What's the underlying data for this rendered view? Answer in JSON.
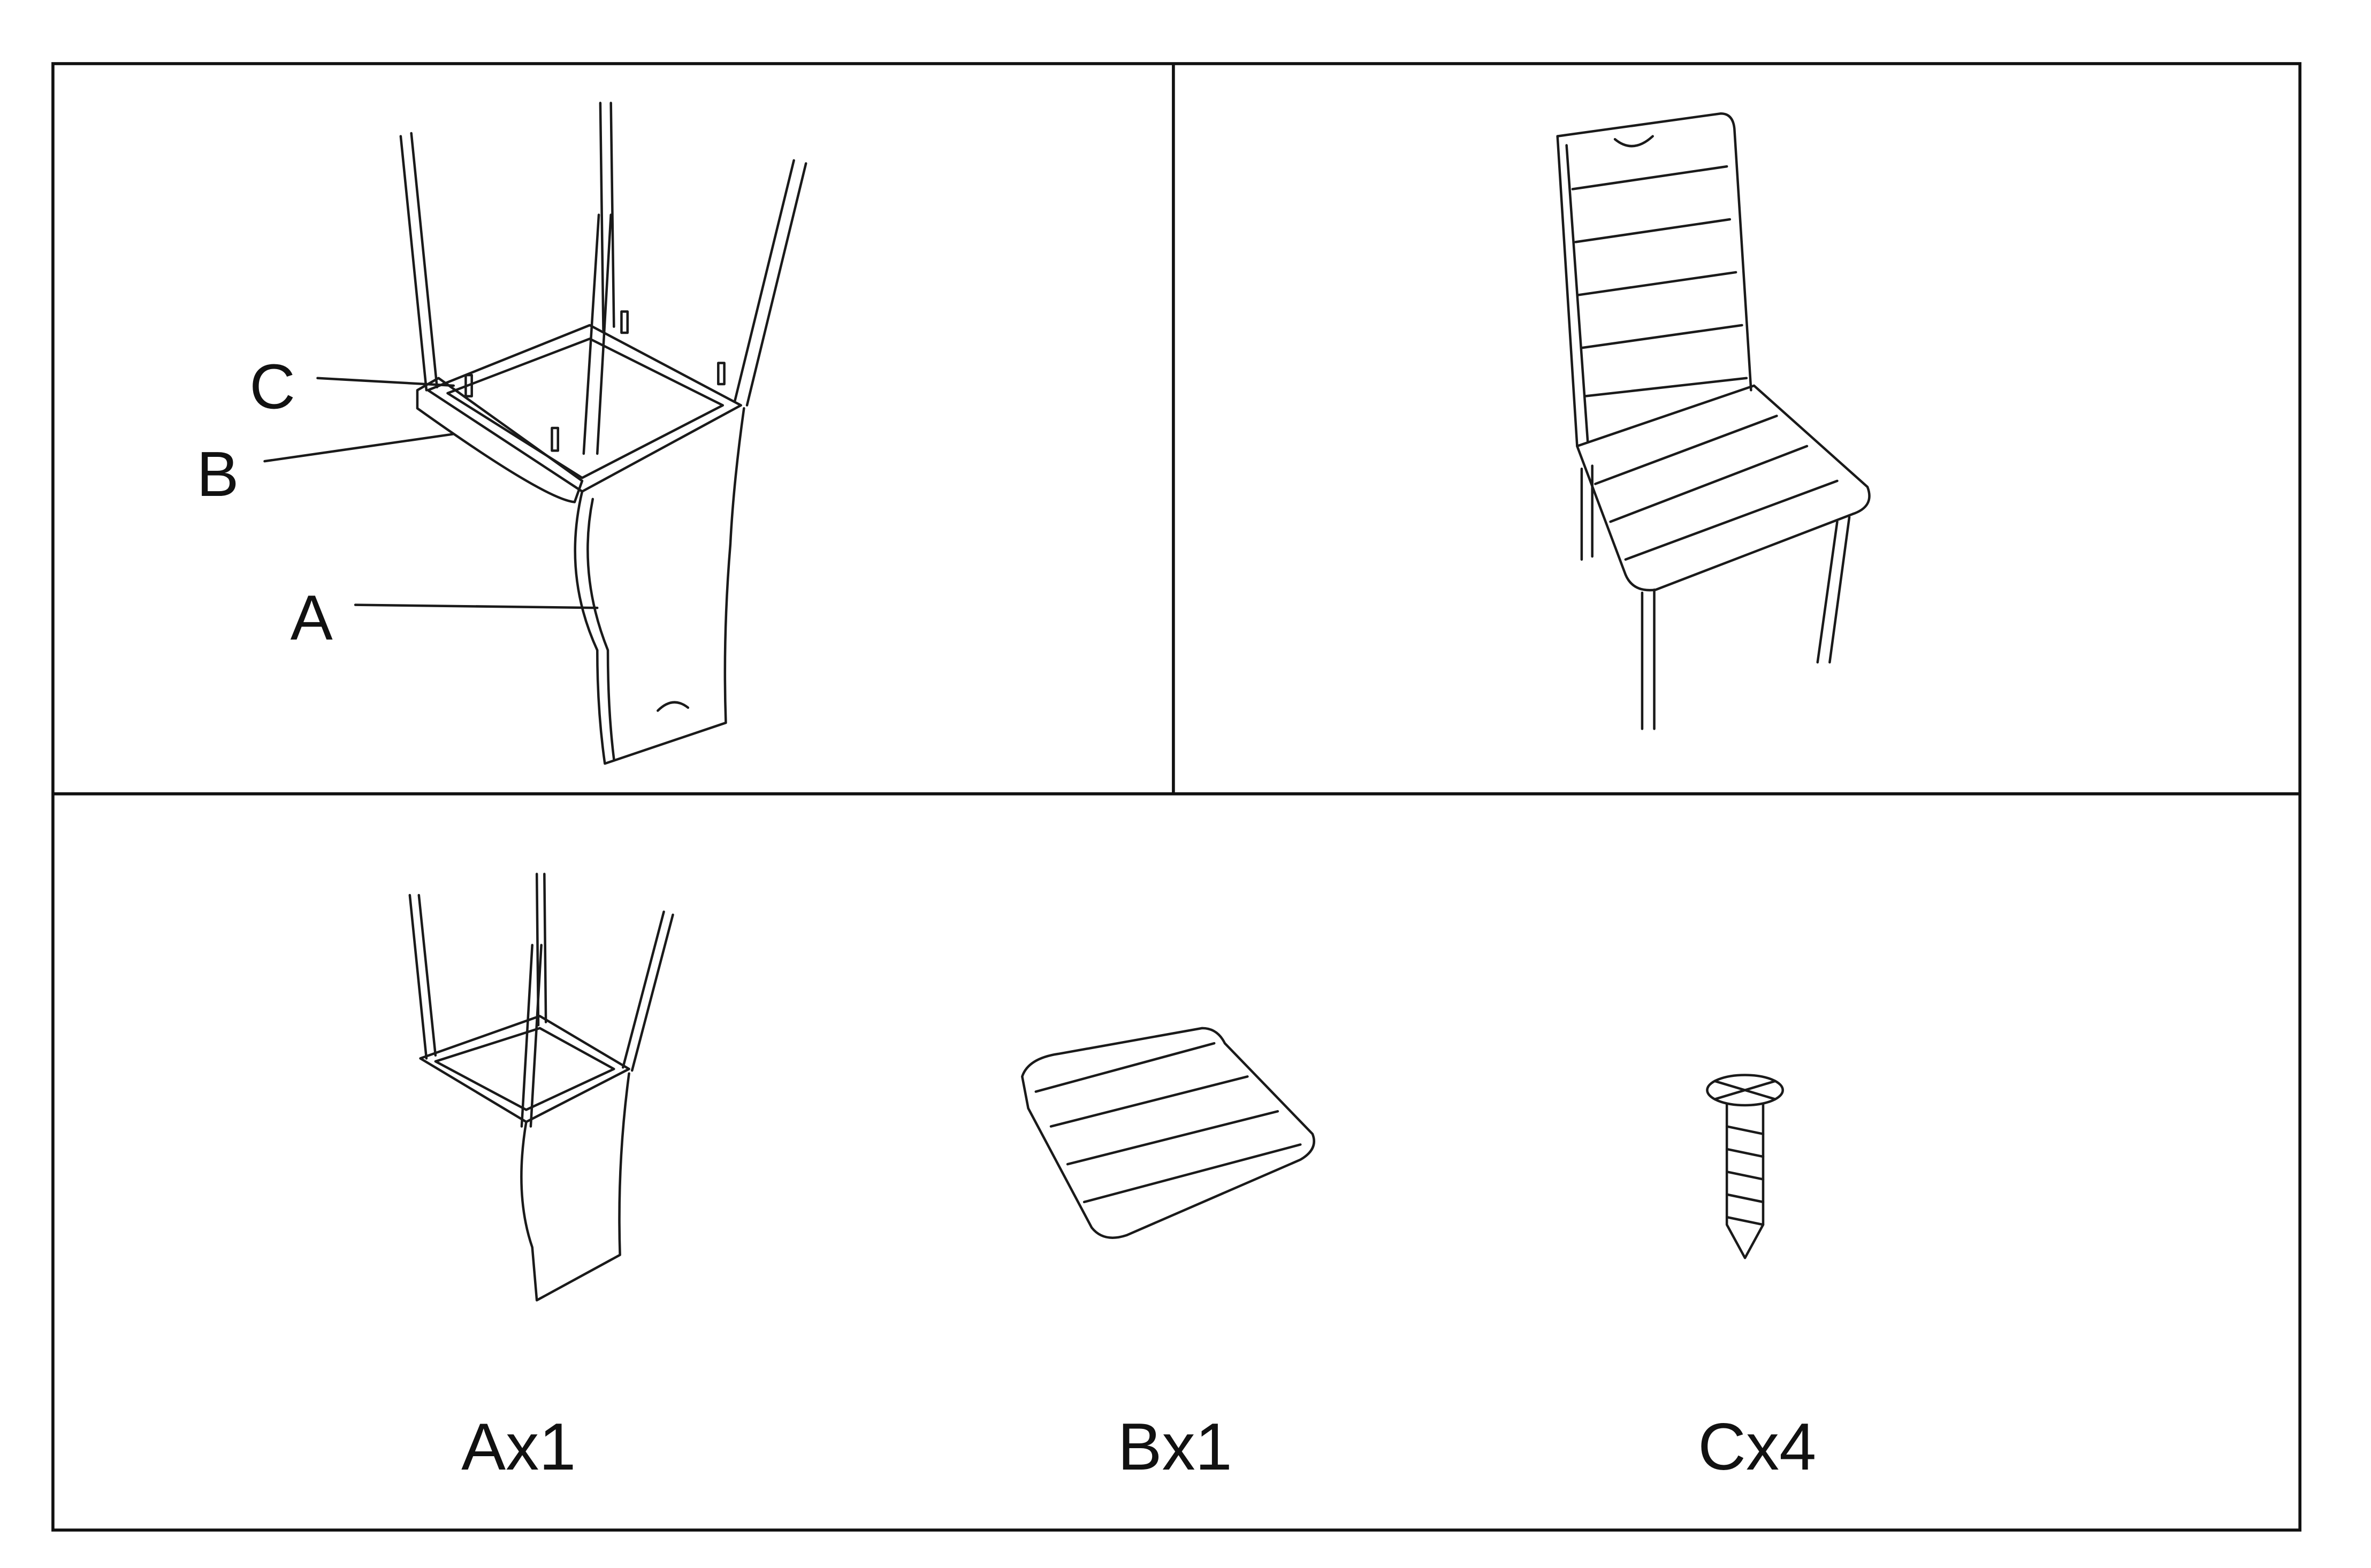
{
  "sheet": {
    "background": "#ffffff",
    "ink": "#111111"
  },
  "assembled_view": {
    "labels": {
      "a": "A",
      "b": "B",
      "c": "C"
    }
  },
  "parts_list": [
    {
      "part": "A",
      "label": "Ax1",
      "quantity": 1
    },
    {
      "part": "B",
      "label": "Bx1",
      "quantity": 1
    },
    {
      "part": "C",
      "label": "Cx4",
      "quantity": 4
    }
  ]
}
